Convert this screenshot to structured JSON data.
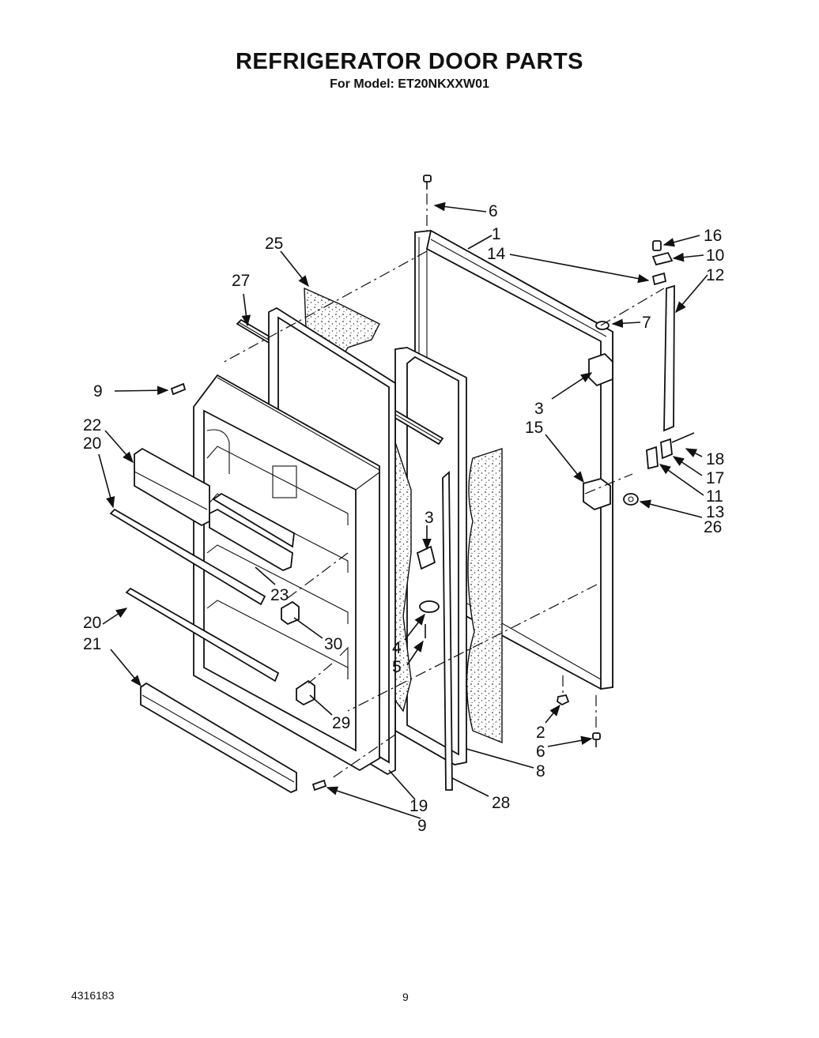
{
  "header": {
    "title": "REFRIGERATOR DOOR PARTS",
    "subtitle": "For Model: ET20NKXXW01"
  },
  "footer": {
    "doc_number": "4316183",
    "page_number": "9"
  },
  "callouts": {
    "c1": "1",
    "c2": "2",
    "c3a": "3",
    "c3b": "3",
    "c4": "4",
    "c5": "5",
    "c6a": "6",
    "c6b": "6",
    "c7": "7",
    "c8": "8",
    "c9a": "9",
    "c9b": "9",
    "c10": "10",
    "c11": "11",
    "c12": "12",
    "c13": "13",
    "c14": "14",
    "c15": "15",
    "c16": "16",
    "c17": "17",
    "c18": "18",
    "c19": "19",
    "c20a": "20",
    "c20b": "20",
    "c21": "21",
    "c22": "22",
    "c23": "23",
    "c25": "25",
    "c26": "26",
    "c27": "27",
    "c28": "28",
    "c29": "29",
    "c30": "30"
  }
}
